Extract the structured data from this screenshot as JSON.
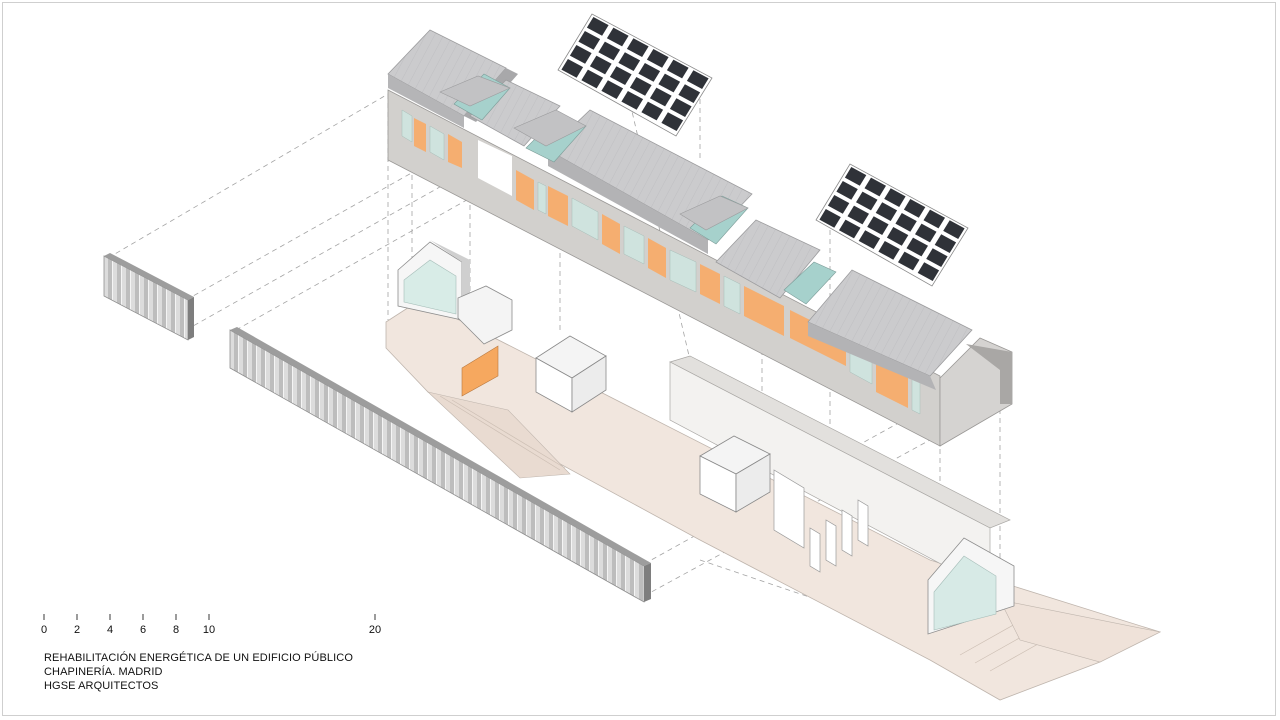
{
  "scale_bar": {
    "ticks": [
      "0",
      "2",
      "4",
      "6",
      "8",
      "10",
      "20"
    ]
  },
  "credits": {
    "line1": "REHABILITACIÓN ENERGÉTICA DE UN EDIFICIO PÚBLICO",
    "line2": "CHAPINERÍA. MADRID",
    "line3": "HGSE ARQUITECTOS"
  },
  "colors": {
    "roof": "#c9c9cb",
    "roof_shadow": "#a9a9ab",
    "wall": "#d3d1ce",
    "facade_panel": "#f5b075",
    "glazing": "#cfe4df",
    "floor": "#efe4dc",
    "solar_panel": "#2f3238",
    "dashed_line": "#9a9a9a"
  }
}
